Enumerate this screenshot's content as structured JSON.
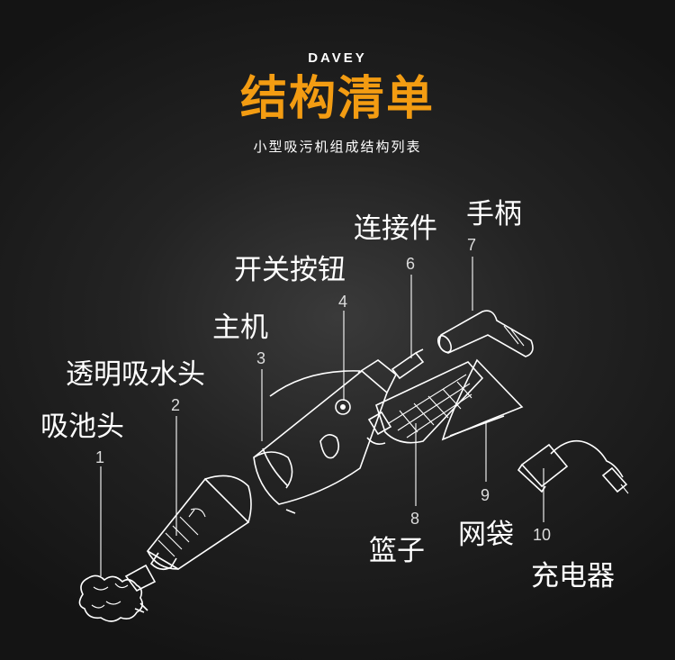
{
  "header": {
    "brand": "DAVEY",
    "title": "结构清单",
    "subtitle": "小型吸污机组成结构列表"
  },
  "parts": [
    {
      "num": "1",
      "name": "吸池头"
    },
    {
      "num": "2",
      "name": "透明吸水头"
    },
    {
      "num": "3",
      "name": "主机"
    },
    {
      "num": "4",
      "name": "开关按钮"
    },
    {
      "num": "6",
      "name": "连接件"
    },
    {
      "num": "7",
      "name": "手柄"
    },
    {
      "num": "8",
      "name": "篮子"
    },
    {
      "num": "9",
      "name": "网袋"
    },
    {
      "num": "10",
      "name": "充电器"
    }
  ],
  "colors": {
    "accent": "#f39c12",
    "background": "#1e1e1e",
    "line": "#ffffff"
  }
}
